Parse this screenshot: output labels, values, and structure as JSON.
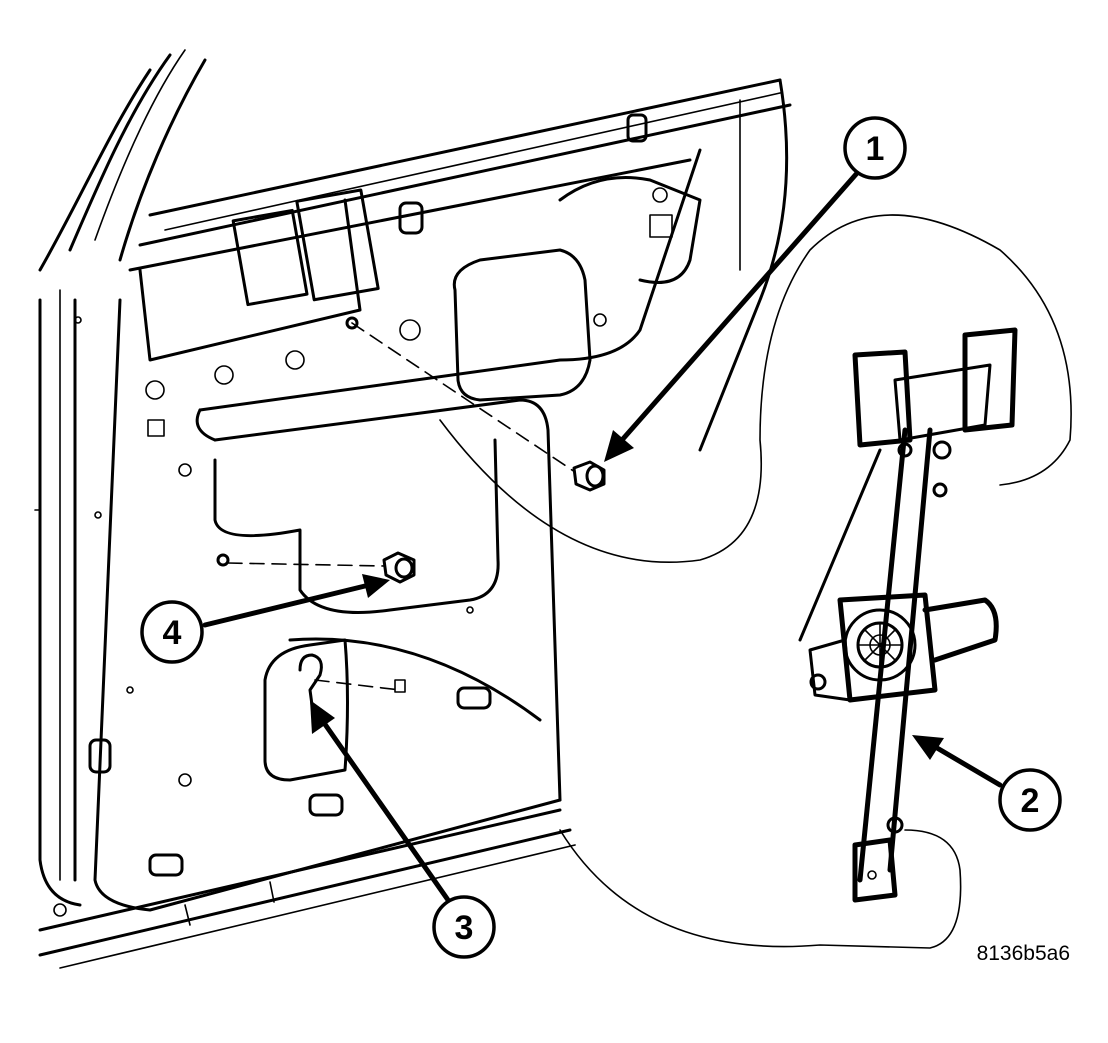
{
  "figure_id": "8136b5a6",
  "callouts": [
    {
      "number": "1"
    },
    {
      "number": "2"
    },
    {
      "number": "3"
    },
    {
      "number": "4"
    }
  ]
}
